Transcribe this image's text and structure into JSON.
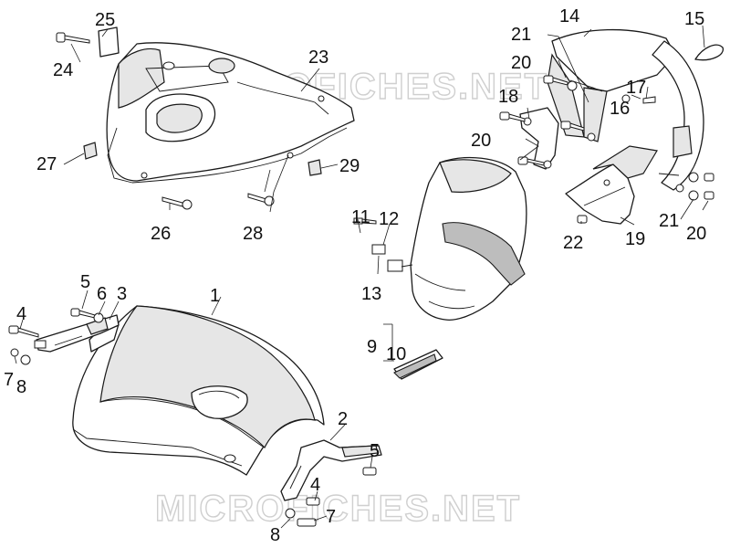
{
  "watermark": {
    "text": "MICROFICHES.NET",
    "color": "#cfcfcf"
  },
  "callouts": {
    "c1": "1",
    "c2": "2",
    "c3": "3",
    "c4a": "4",
    "c4b": "4",
    "c5a": "5",
    "c5b": "5",
    "c6": "6",
    "c7a": "7",
    "c7b": "7",
    "c8a": "8",
    "c8b": "8",
    "c9": "9",
    "c10": "10",
    "c11": "11",
    "c12": "12",
    "c13": "13",
    "c14": "14",
    "c15": "15",
    "c16": "16",
    "c17": "17",
    "c18": "18",
    "c19": "19",
    "c20a": "20",
    "c20b": "20",
    "c20c": "20",
    "c21a": "21",
    "c21b": "21",
    "c22": "22",
    "c23": "23",
    "c24": "24",
    "c25": "25",
    "c26": "26",
    "c27": "27",
    "c28": "28",
    "c29": "29"
  },
  "colors": {
    "line": "#1a1a1a",
    "shade": "#e6e6e6",
    "background": "#ffffff"
  }
}
